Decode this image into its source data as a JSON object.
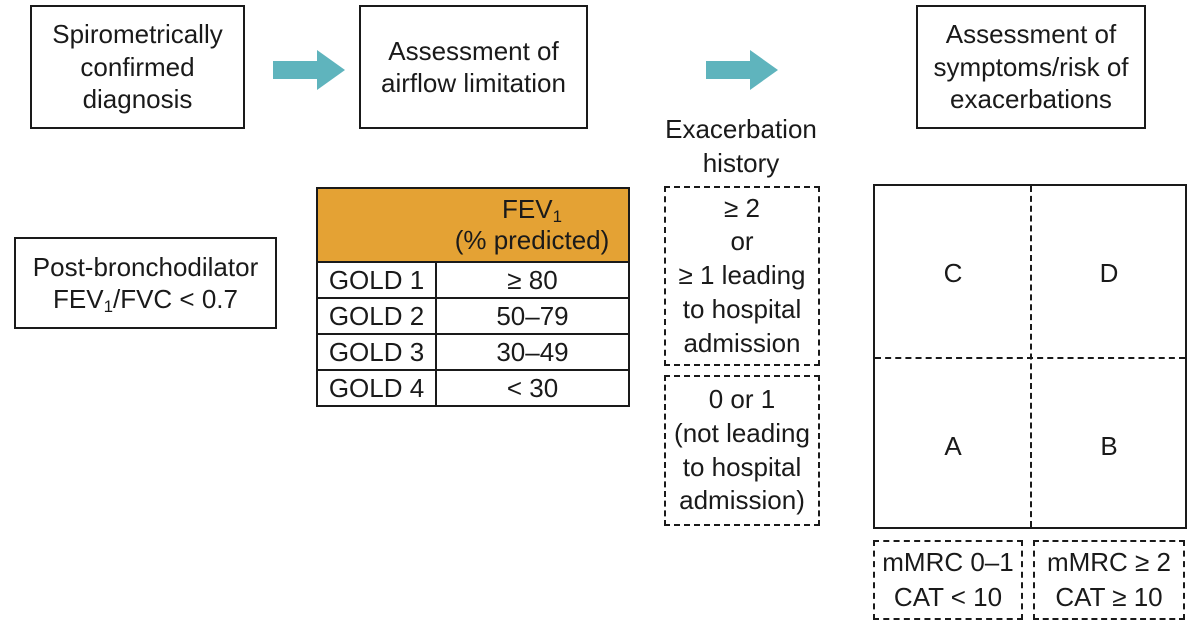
{
  "steps": {
    "diagnosis": [
      "Spirometrically",
      "confirmed",
      "diagnosis"
    ],
    "airflow": [
      "Assessment of",
      "airflow limitation"
    ],
    "symptoms": [
      "Assessment of",
      "symptoms/risk of",
      "exacerbations"
    ]
  },
  "post_bronchodilator": {
    "line1": "Post-bronchodilator",
    "line2_pre": "FEV",
    "line2_sub": "1",
    "line2_post": "/FVC < 0.7"
  },
  "fev_table": {
    "header_main": "FEV",
    "header_sub": "1",
    "header_line2": "(% predicted)",
    "rows": [
      {
        "grade": "GOLD 1",
        "value": "≥ 80"
      },
      {
        "grade": "GOLD 2",
        "value": "50–79"
      },
      {
        "grade": "GOLD 3",
        "value": "30–49"
      },
      {
        "grade": "GOLD 4",
        "value": "< 30"
      }
    ]
  },
  "exacerbation": {
    "title": [
      "Exacerbation",
      "history"
    ],
    "high": [
      "≥ 2",
      "or",
      "≥ 1 leading",
      "to hospital",
      "admission"
    ],
    "low": [
      "0 or 1",
      "(not leading",
      "to hospital",
      "admission)"
    ]
  },
  "groups": {
    "C": "C",
    "D": "D",
    "A": "A",
    "B": "B"
  },
  "symptom_scales": {
    "low": [
      "mMRC 0–1",
      "CAT < 10"
    ],
    "high": [
      "mMRC ≥ 2",
      "CAT ≥ 10"
    ]
  },
  "colors": {
    "arrow": "#5fb4bd",
    "table_header": "#e4a234"
  }
}
